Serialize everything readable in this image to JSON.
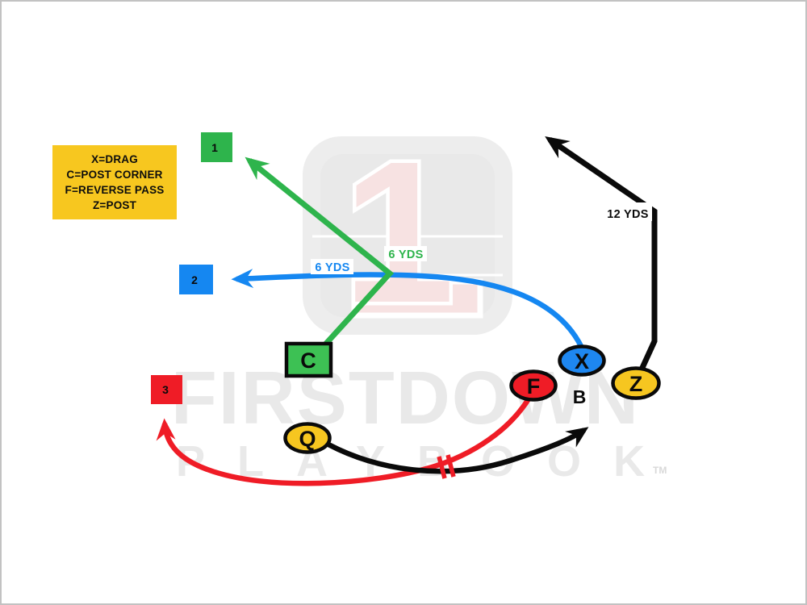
{
  "play": {
    "legend": {
      "lines": [
        "X=DRAG",
        "C=POST CORNER",
        "F=REVERSE PASS",
        "Z=POST"
      ]
    },
    "targets": {
      "t1": {
        "label": "1",
        "color": "#2eb44c"
      },
      "t2": {
        "label": "2",
        "color": "#1587f1"
      },
      "t3": {
        "label": "3",
        "color": "#ef1c26"
      }
    },
    "players": {
      "c": {
        "label": "C",
        "color": "#3dc154"
      },
      "x": {
        "label": "X",
        "color": "#1e87f0"
      },
      "f": {
        "label": "F",
        "color": "#ef1c26"
      },
      "z": {
        "label": "Z",
        "color": "#f6c620"
      },
      "q": {
        "label": "Q",
        "color": "#f6c620"
      },
      "b": {
        "label": "B"
      }
    },
    "route_labels": {
      "green_yards": {
        "text": "6 YDS",
        "color": "#2eb44c"
      },
      "blue_yards": {
        "text": "6 YDS",
        "color": "#1587f1"
      },
      "black_yards": {
        "text": "12 YDS",
        "color": "#0a0a0a"
      }
    },
    "colors": {
      "green": "#2eb44c",
      "blue": "#1587f1",
      "red": "#ef1c26",
      "yellow": "#f6c620",
      "black": "#0a0a0a",
      "watermark_gray": "#e9e9e9"
    }
  },
  "watermark": {
    "brand_top": "FIRSTDOWN",
    "brand_bottom": "PLAYBOOK",
    "trademark": "TM",
    "logo_numeral": "1"
  }
}
